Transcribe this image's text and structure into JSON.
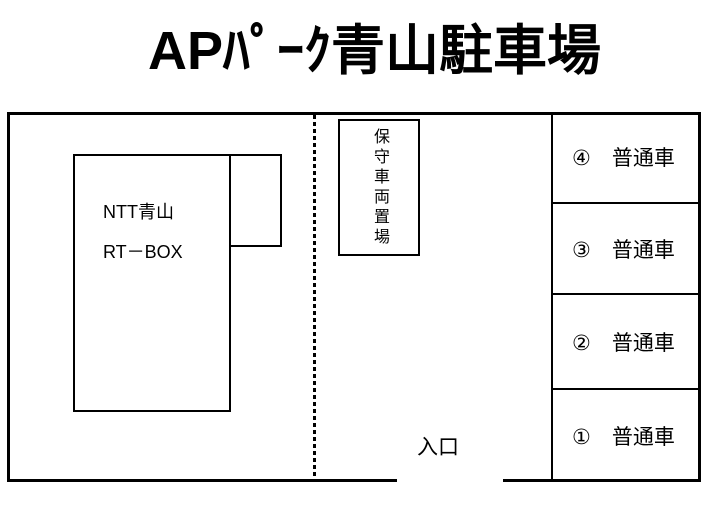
{
  "title": "APﾊﾟｰｸ青山駐車場",
  "lot": {
    "building": {
      "line1": "NTT青山",
      "line2": "RT－BOX"
    },
    "maintenance_area_label": "保守車両置場",
    "entrance_label": "入口",
    "parking_spaces": [
      {
        "number": "④",
        "type": "普通車",
        "label": "④　普通車"
      },
      {
        "number": "③",
        "type": "普通車",
        "label": "③　普通車"
      },
      {
        "number": "②",
        "type": "普通車",
        "label": "②　普通車"
      },
      {
        "number": "①",
        "type": "普通車",
        "label": "①　普通車"
      }
    ]
  },
  "colors": {
    "line": "#000000",
    "background": "#ffffff"
  }
}
